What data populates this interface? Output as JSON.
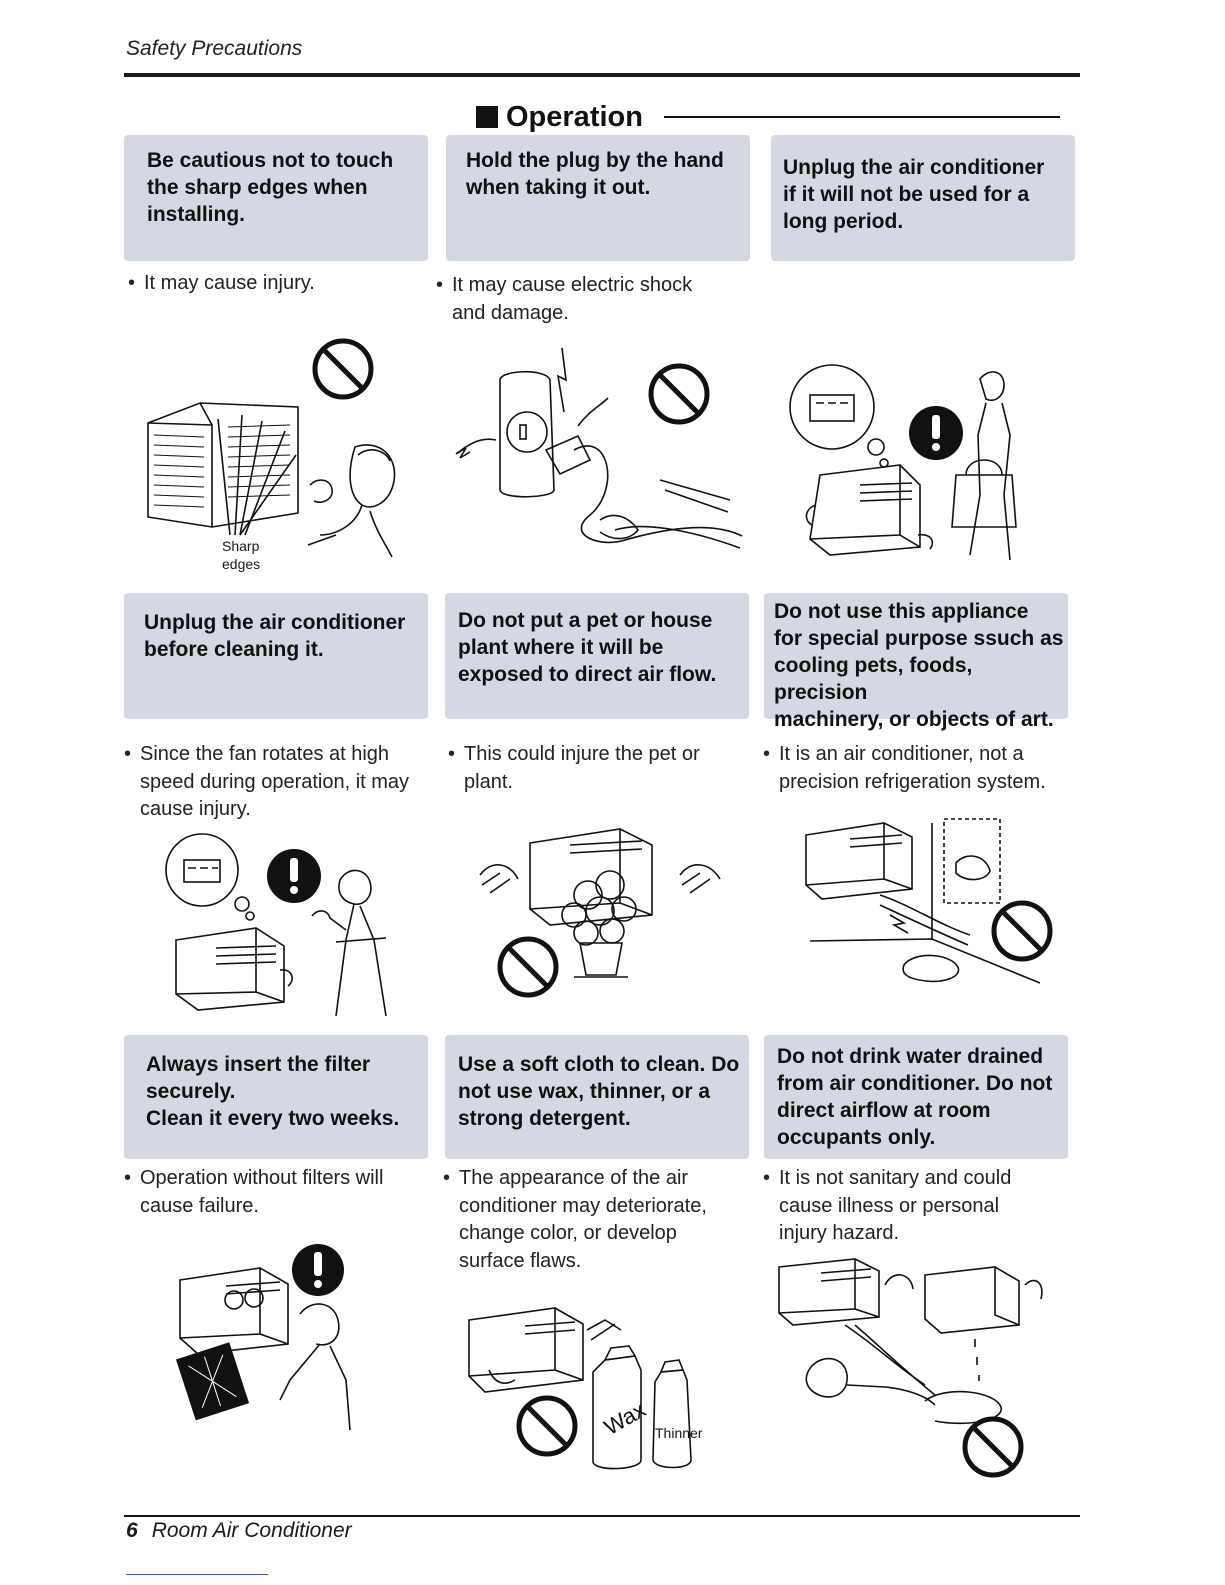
{
  "header": {
    "title": "Safety Precautions"
  },
  "section": {
    "title": "Operation"
  },
  "cards": [
    {
      "heading": "Be cautious not to touch\nthe sharp edges when\ninstalling.",
      "note": "It may cause injury.",
      "illustration": "sharp-edges-install",
      "symbol": "prohibited",
      "caption": "Sharp\nedges"
    },
    {
      "heading": "Hold the plug by the hand\nwhen taking it out.",
      "note": "It may cause electric shock\nand damage.",
      "illustration": "plug-pull",
      "symbol": "prohibited"
    },
    {
      "heading": "Unplug the air conditioner\nif it will not be used for a\nlong period.",
      "note": "",
      "illustration": "unplug-long-period",
      "symbol": "mandatory"
    },
    {
      "heading": "Unplug the air conditioner\nbefore cleaning it.",
      "note": "Since the fan rotates at high\nspeed during operation, it may\ncause injury.",
      "illustration": "unplug-cleaning",
      "symbol": "mandatory"
    },
    {
      "heading": "Do not put a pet or house\nplant where it will be\nexposed to direct air flow.",
      "note": "This could injure the pet or\nplant.",
      "illustration": "plant-airflow",
      "symbol": "prohibited"
    },
    {
      "heading": "Do not use this appliance\nfor special purpose ssuch as\ncooling pets, foods, precision\nmachinery, or objects of art.",
      "note": "It is an air conditioner, not a\nprecision refrigeration system.",
      "illustration": "special-purpose",
      "symbol": "prohibited"
    },
    {
      "heading": "Always insert the filter\nsecurely.\nClean it every two weeks.",
      "note": "Operation without filters will\ncause failure.",
      "illustration": "filter-insert",
      "symbol": "mandatory"
    },
    {
      "heading": "Use a soft cloth to clean. Do\nnot use wax, thinner, or a\nstrong detergent.",
      "note": "The appearance of the air\nconditioner may deteriorate,\nchange color, or develop\nsurface flaws.",
      "illustration": "wax-thinner",
      "symbol": "prohibited",
      "bottle_labels": [
        "Wax",
        "Thinner"
      ]
    },
    {
      "heading": "Do not drink water drained\nfrom air conditioner. Do not\ndirect airflow at room\noccupants only.",
      "note": "It is not sanitary and could\ncause illness or personal\ninjury hazard.",
      "illustration": "drain-water",
      "symbol": "prohibited"
    }
  ],
  "footer": {
    "page_number": "6",
    "title": "Room Air Conditioner"
  },
  "colors": {
    "card_background": "#d3d8e2",
    "rule": "#111111"
  }
}
